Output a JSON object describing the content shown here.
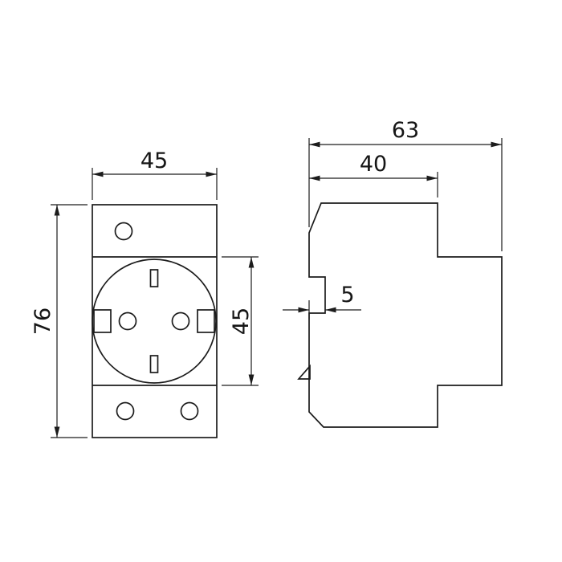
{
  "drawing": {
    "front_view": {
      "width_label": "45",
      "overall_height_label": "76",
      "socket_section_height_label": "45"
    },
    "side_view": {
      "overall_depth_label": "63",
      "front_depth_label": "40",
      "groove_depth_label": "5"
    }
  }
}
